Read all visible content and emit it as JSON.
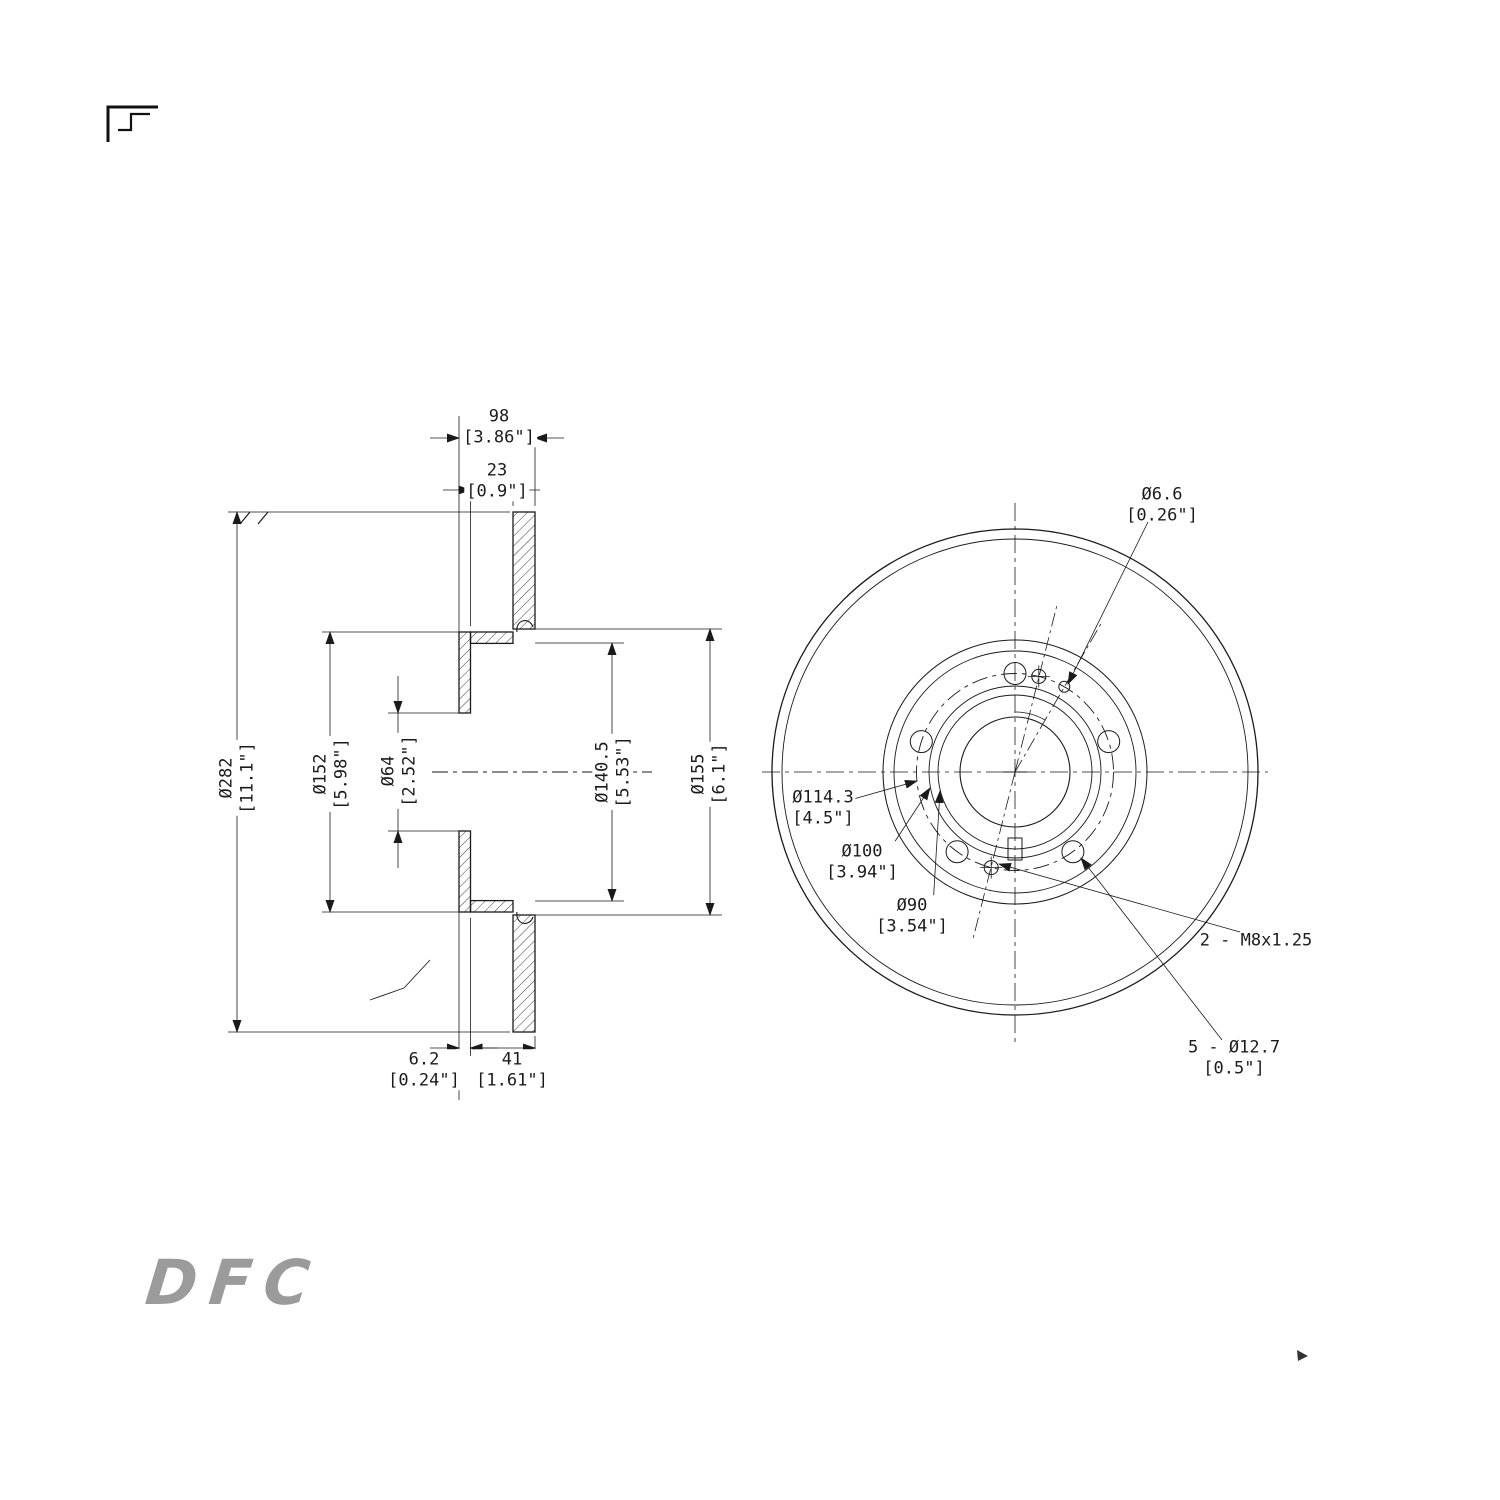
{
  "page": {
    "background": "#ffffff",
    "line_color": "#1a1a1a",
    "logo_color": "#9b9b9b"
  },
  "logo": {
    "text": "DFC"
  },
  "section_view": {
    "dims": {
      "top_width": {
        "mm": "98",
        "in": "[3.86\"]"
      },
      "hat_depth": {
        "mm": "23",
        "in": "[0.9\"]"
      },
      "outer_diameter": {
        "mm": "Ø282",
        "in": "[11.1\"]"
      },
      "hat_diameter": {
        "mm": "Ø152",
        "in": "[5.98\"]"
      },
      "bore_diameter": {
        "mm": "Ø64",
        "in": "[2.52\"]"
      },
      "inner_diameter": {
        "mm": "Ø140.5",
        "in": "[5.53\"]"
      },
      "face_diameter": {
        "mm": "Ø155",
        "in": "[6.1\"]"
      },
      "plate_thickness": {
        "mm": "6.2",
        "in": "[0.24\"]"
      },
      "overall_height": {
        "mm": "41",
        "in": "[1.61\"]"
      }
    }
  },
  "front_view": {
    "dims": {
      "small_hole": {
        "mm": "Ø6.6",
        "in": "[0.26\"]"
      },
      "bolt_circle": {
        "mm": "Ø114.3",
        "in": "[4.5\"]"
      },
      "circle_100": {
        "mm": "Ø100",
        "in": "[3.94\"]"
      },
      "circle_90": {
        "mm": "Ø90",
        "in": "[3.54\"]"
      },
      "lug_holes": {
        "label": "5 - Ø12.7",
        "in": "[0.5\"]"
      },
      "set_screws": {
        "label": "2 - M8x1.25"
      }
    }
  }
}
